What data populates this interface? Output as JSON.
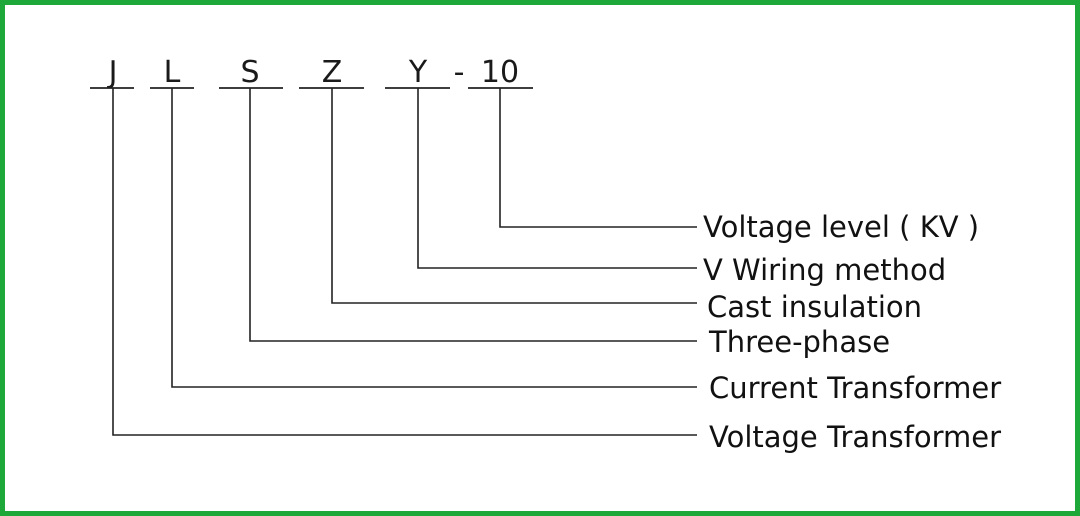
{
  "frame_color": "#1fa83a",
  "code": {
    "letters": [
      "J",
      "L",
      "S",
      "Z",
      "Y",
      "10"
    ],
    "separator": "-"
  },
  "labels": {
    "voltage_level": "Voltage level ( KV )",
    "wiring_method": "V  Wiring method",
    "cast_insulation": "Cast insulation",
    "three_phase": "Three-phase",
    "current_transformer": "Current Transformer",
    "voltage_transformer": "Voltage Transformer"
  }
}
